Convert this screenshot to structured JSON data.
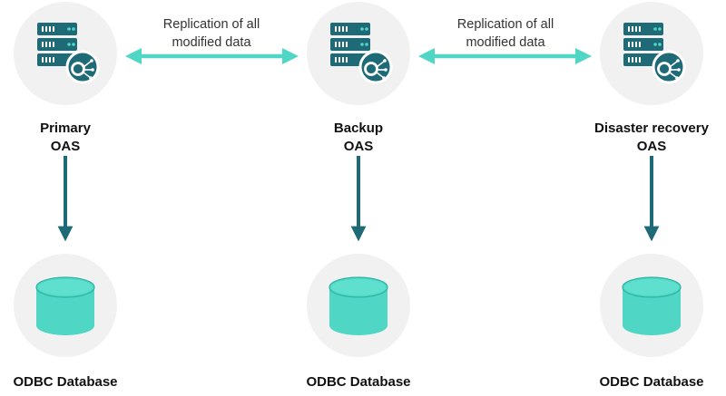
{
  "colors": {
    "teal_dark": "#1e6a77",
    "teal_light": "#4fd6c5",
    "teal_mid": "#3fc8b8",
    "circle_bg": "#f1f1f1",
    "text": "#111111"
  },
  "servers": [
    {
      "line1": "Primary",
      "line2": "OAS",
      "icon": "server-stack-icon"
    },
    {
      "line1": "Backup",
      "line2": "OAS",
      "icon": "server-stack-icon"
    },
    {
      "line1": "Disaster recovery",
      "line2": "OAS",
      "icon": "server-stack-icon"
    }
  ],
  "replication": [
    {
      "line1": "Replication of all",
      "line2": "modified data"
    },
    {
      "line1": "Replication of all",
      "line2": "modified data"
    }
  ],
  "databases": [
    {
      "label": "ODBC Database",
      "icon": "database-cylinder-icon"
    },
    {
      "label": "ODBC Database",
      "icon": "database-cylinder-icon"
    },
    {
      "label": "ODBC Database",
      "icon": "database-cylinder-icon"
    }
  ]
}
